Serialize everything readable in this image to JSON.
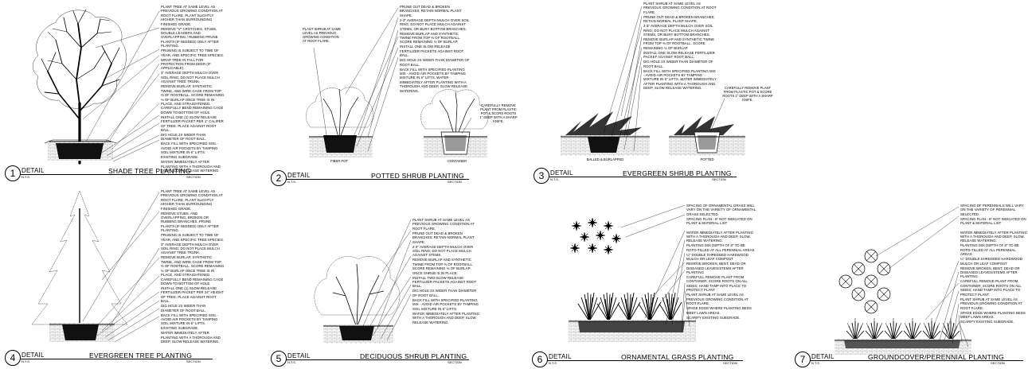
{
  "details": [
    {
      "number": "1",
      "label": "DETAIL",
      "scale": "N.T.S.",
      "title": "SHADE TREE PLANTING",
      "view": "SECTION",
      "notes": [
        "PLANT TREE AT SAME LEVEL AS PREVIOUS GROWING CONDITION AT ROOT FLARE. PLANT SLIGHTLY HIGHER THAN SURROUNDING FINISHED GRADE.",
        "REMOVE \"V\" CROTCHES, STUBS, DOUBLE LEADERS AND OVERLAPPING / RUBBING PRUNE PLANTS (IF NEEDED) ONLY AFTER PLANTING.",
        "PRUNING IS SUBJECT TO TIME OF YEAR, AND SPECIFIC TREE SPECIES.",
        "WRAP TREE IN FALL FOR PROTECTION FROM DEER (IF APPLICABLE).",
        "3\" AVERAGE DEPTH MULCH OVER SOIL RING; DO NOT PLACE MULCH AGAINST TREE TRUNK.",
        "REMOVE BURLAP, SYNTHETIC TWINE, AND WIRE CAGE FROM TOP ⅔ OF ROOTBALL. SCORE REMAINING ⅓ OF BURLAP ONCE TREE IS IN PLACE, AND STRAIGHTENED. CAREFULLY BEND REMAINING CAGE DOWN TO BOTTOM OF HOLE.",
        "INSTALL ONE (1) SLOW RELEASE FERTILIZER PACKET PER 1\" CALIPER OF TREE. PLACE AGAINST ROOT BALL.",
        "DIG HOLE 2X WIDER THAN DIAMETER OF ROOT BALL.",
        "BACK FILL WITH SPECIFIED SOIL - AVOID AIR POCKETS BY TAMPING SOIL MIXTURE IN 6\" LIFTS.",
        "EXISTING SUBGRADE.",
        "WATER IMMEDIATELY AFTER PLANTING WITH A THOROUGH AND DEEP, SLOW RELEASE WATERING."
      ],
      "labels": []
    },
    {
      "number": "2",
      "label": "DETAIL",
      "scale": "N.T.S.",
      "title": "POTTED SHRUB PLANTING",
      "view": "SECTION",
      "notes": [
        "PRUNE OUT DEAD & BROKEN BRANCHES; RETAIN NORMAL PLANT SHAPE.",
        "2-3\" AVERAGE DEPTH MULCH OVER SOIL RING; DO NOT PLACE MULCH AGAINST STEMS, OR BURY BOTTOM BRANCHES.",
        "REMOVE BURLAP AND SYNTHETIC TWINE FROM TOP ⅔ OF ROOTBALL. SCORE REMAINING ⅓ OF BURLAP.",
        "INSTALL ONE SLOW RELEASE FERTILIZER PACKETS AGAINST ROOT BALL.",
        "DIG HOLE 2X WIDER THAN DIAMETER OF ROOT BALL.",
        "BACK FILL WITH SPECIFIED PLANTING MIX - AVOID AIR POCKETS BY TAMPING MIXTURE IN 6\" LIFTS. WATER IMMEDIATELY AFTER PLANTING WITH A THOROUGH AND DEEP, SLOW RELEASE WATERING."
      ],
      "labels": [
        "PLANT SHRUB AT SAME LEVEL AS PREVIOUS GROWING CONDITION AT ROOT FLARE.",
        "CAREFULLY REMOVE PLANT FROM PLASTIC POT & SCORE ROOTS 1\" DEEP WITH A SHARP KNIFE.",
        "FIBER POT",
        "CONTAINER"
      ]
    },
    {
      "number": "3",
      "label": "DETAIL",
      "scale": "N.T.S.",
      "title": "EVERGREEN SHRUB PLANTING",
      "view": "SECTION",
      "notes": [
        "PLANT SHRUB AT SAME LEVEL AS PREVIOUS GROWING CONDITION AT ROOT FLARE.",
        "PRUNE OUT DEAD & BROKEN BRANCHES; RETAIN NORMAL PLANT SHAPE.",
        "2-3\" AVERAGE DEPTH MULCH OVER SOIL RING; DO NOT PLACE MULCH AGAINST STEMS, OR BURY BOTTOM BRANCHES.",
        "REMOVE BURLAP AND SYNTHETIC TWINE FROM TOP ⅔ OF ROOTBALL. SCORE REMAINING ⅓ OF BURLAP.",
        "INSTALL ONE SLOW RELEASE FERTILIZER PACKET AGAINST ROOT BALL.",
        "DIG HOLE 2X WIDER THAN DIAMETER OF ROOT BALL.",
        "BACK FILL WITH SPECIFIED PLANTING MIX - AVOID AIR POCKETS BY TAMPING MIXTURE IN 6\" LIFTS. WATER IMMEDIATELY AFTER PLANTING WITH A THOROUGH AND DEEP, SLOW RELEASE WATERING."
      ],
      "labels": [
        "CAREFULLY REMOVE PLANT FROM PLASTIC POT & SCORE ROOTS 1\" DEEP WITH A SHARP KNIFE.",
        "BALLED & BURLAPPED",
        "POTTED"
      ]
    },
    {
      "number": "4",
      "label": "DETAIL",
      "scale": "N.T.S.",
      "title": "EVERGREEN TREE PLANTING",
      "view": "SECTION",
      "notes": [
        "PLANT TREE AT SAME LEVEL AS PREVIOUS GROWING CONDITION AT ROOT FLARE. PLANT SLIGHTLY HIGHER THAN SURROUNDING FINISHED GRADE.",
        "REMOVE STUBS, AND OVERLAPPING, BROKEN OR RUBBING BRANCHES. PRUNE PLANTS (IF NEEDED) ONLY AFTER PLANTING.",
        "PRUNING IS SUBJECT TO TIME OF YEAR, AND SPECIFIC TREE SPECIES.",
        "3\" AVERAGE DEPTH MULCH OVER SOIL RING; DO NOT PLACE MULCH AGAINST TREE TRUNK.",
        "REMOVE BURLAP, SYNTHETIC TWINE, AND WIRE CAGE FROM TOP ⅔ OF ROOTBALL. SCORE REMAINING ⅓ OF BURLAP ONCE TREE IS IN PLACE, AND STRAIGHTENED. CAREFULLY BEND REMAINING CAGE DOWN TO BOTTOM OF HOLE.",
        "INSTALL ONE (1) SLOW RELEASE FERTILIZER PACKET PER 24\" HEIGHT OF TREE. PLACE AGAINST ROOT BALL.",
        "DIG HOLE 2X WIDER THAN DIAMETER OF ROOT BALL.",
        "BACK FILL WITH SPECIFIED SOIL - AVOID AIR POCKETS BY TAMPING SOIL MIXTURE IN 6\" LIFTS.",
        "EXISTING SUBGRADE.",
        "WATER IMMEDIATELY AFTER PLANTING WITH A THOROUGH AND DEEP, SLOW RELEASE WATERING."
      ],
      "labels": []
    },
    {
      "number": "5",
      "label": "DETAIL",
      "scale": "N.T.S.",
      "title": "DECIDUOUS SHRUB PLANTING",
      "view": "SECTION",
      "notes": [
        "PLANT SHRUB AT SAME LEVEL AS PREVIOUS GROWING CONDITION AT ROOT FLARE.",
        "PRUNE OUT DEAD & BROKEN BRANCHES; RETAIN NORMAL PLANT SHAPE.",
        "2-3\" AVERAGE DEPTH MULCH OVER SOIL RING; DO NOT PLACE MULCH AGAINST STEMS.",
        "REMOVE BURLAP AND SYNTHETIC TWINE FROM TOP ⅔ OF ROOTBALL. SCORE REMAINING ⅓ OF BURLAP ONCE SHRUB IS IN PLACE.",
        "INSTALL TWO SLOW RELEASE FERTILIZER PACKETS AGAINST ROOT BALL.",
        "DIG HOLE 2X WIDER THAN DIAMETER OF ROOT BALL.",
        "BACK FILL WITH SPECIFIED PLANTING MIX - AVOID AIR POCKETS BY TAMPING SOIL MIXTURE IN 6\" LIFTS.",
        "WATER IMMEDIATELY AFTER PLANTING WITH A THOROUGH AND DEEP, SLOW RELEASE WATERING."
      ],
      "labels": []
    },
    {
      "number": "6",
      "label": "DETAIL",
      "scale": "N.T.S.",
      "title": "ORNAMENTAL GRASS PLANTING",
      "view": "SECTION",
      "notes": [
        "SPACING OF ORNAMENTAL GRASS WILL VARY ON THE VARIETY OF ORNAMENTAL GRASS SELECTED.",
        "SPACING PLAN - IF NOT INDICATED ON PLANT & MATERIAL LIST",
        "WATER IMMEDIATELY AFTER PLANTING WITH A THOROUGH AND DEEP, SLOW RELEASE WATERING.",
        "PLANTING MIX DEPTH OF 8\" TO BE ROTO-TILLED AT ALL PERENNIAL AREAS",
        "¼\" DOUBLE SHREDDED HARDWOOD MULCH OR LEAF COMPOST",
        "REMOVE BROKEN, BENT, DEAD OR DISEASED LEAVES/STEMS AFTER PLANTING",
        "CAREFULL REMOVE PLANT FROM CONTAINER; SCORE ROOTS ON ALL SIDES; HAND TAMP INTO PLACE TO PROTECT PLANT",
        "PLANT SHRUB AT SAME LEVEL AS PREVIOUS GROWING CONDITION AT ROOT FLARE.",
        "SPADE EDGE WHERE PLANTING BEDS MEET LAWN AREAS.",
        "SCARIFY EXISTING SUBGRADE."
      ],
      "labels": []
    },
    {
      "number": "7",
      "label": "DETAIL",
      "scale": "N.T.S.",
      "title": "GROUNDCOVER/PERENNIAL PLANTING",
      "view": "SECTION",
      "notes": [
        "SPACING OF PERENNIALS WILL VARY ON THE VARIETY OF PERENNIAL SELECTED",
        "SPACING PLAN - IF NOT INDICATED ON PLANT & MATERIAL LIST",
        "WATER IMMEDIATELY AFTER PLANTING WITH A THOROUGH AND DEEP, SLOW RELEASE WATERING.",
        "PLANTING MIX DEPTH OF 8\" TO BE ROTO-TILLED AT ALL PERENNIAL AREAS",
        "¼\" DOUBLE SHREDDED HARDWOOD MULCH OR LEAF COMPOST",
        "REMOVE BROKEN, BENT, DEAD OR DISEASED LEAVES/STEMS AFTER PLANTING",
        "CAREFULL REMOVE PLANT FROM CONTAINER; SCORE ROOTS ON ALL SIDES; HAND TAMP INTO PLACE TO PROTECT PLANT",
        "PLANT SHRUB AT SAME LEVEL AS PREVIOUS GROWING CONDITION AT ROOT FLARE.",
        "SPADE EDGE WHERE PLANTING BEDS MEET LAWN AREAS.",
        "SCARIFY EXISTING SUBGRADE."
      ],
      "labels": []
    }
  ]
}
